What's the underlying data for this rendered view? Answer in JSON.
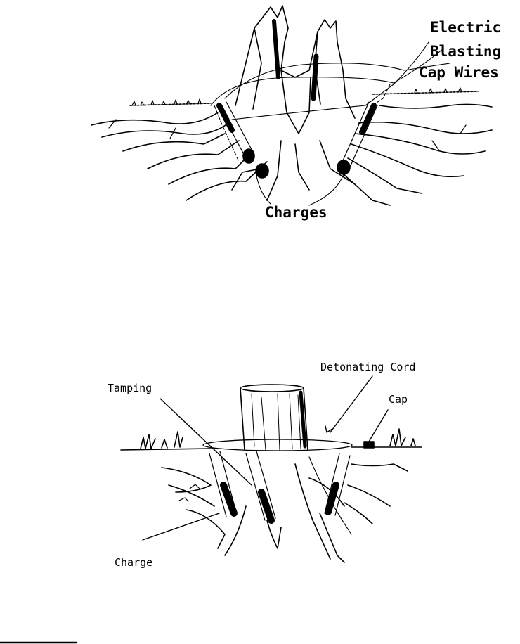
{
  "diagram_top": {
    "labels": {
      "electric": "Electric",
      "blasting": "Blasting",
      "cap_wires": "Cap Wires",
      "charges": "Charges"
    }
  },
  "diagram_bottom": {
    "labels": {
      "detonating_cord": "Detonating Cord",
      "tamping": "Tamping",
      "cap": "Cap",
      "charge": "Charge"
    }
  }
}
